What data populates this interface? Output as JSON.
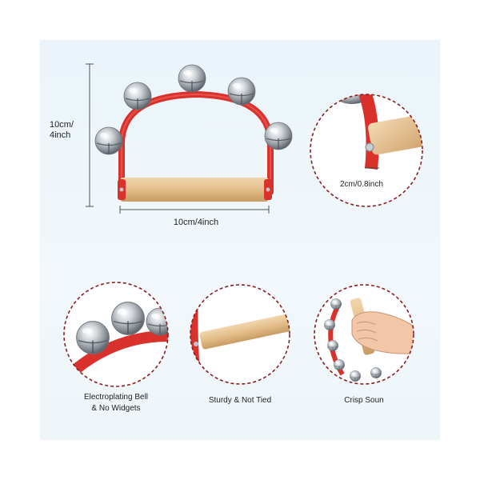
{
  "main_product": {
    "height_label_line1": "10cm/",
    "height_label_line2": "4inch",
    "width_label": "10cm/4inch"
  },
  "detail_callout": {
    "strap_width_label": "2cm/0.8inch"
  },
  "features": [
    {
      "caption_line1": "Electroplating Bell",
      "caption_line2": "& No Widgets"
    },
    {
      "caption_line1": "Sturdy & Not Tied",
      "caption_line2": ""
    },
    {
      "caption_line1": "Crisp Soun",
      "caption_line2": ""
    }
  ],
  "colors": {
    "strap_red": "#d9312b",
    "wood": "#e7c79a",
    "dashed_circle": "#8a1f1f",
    "bell_silver": "#c7ccd1"
  }
}
